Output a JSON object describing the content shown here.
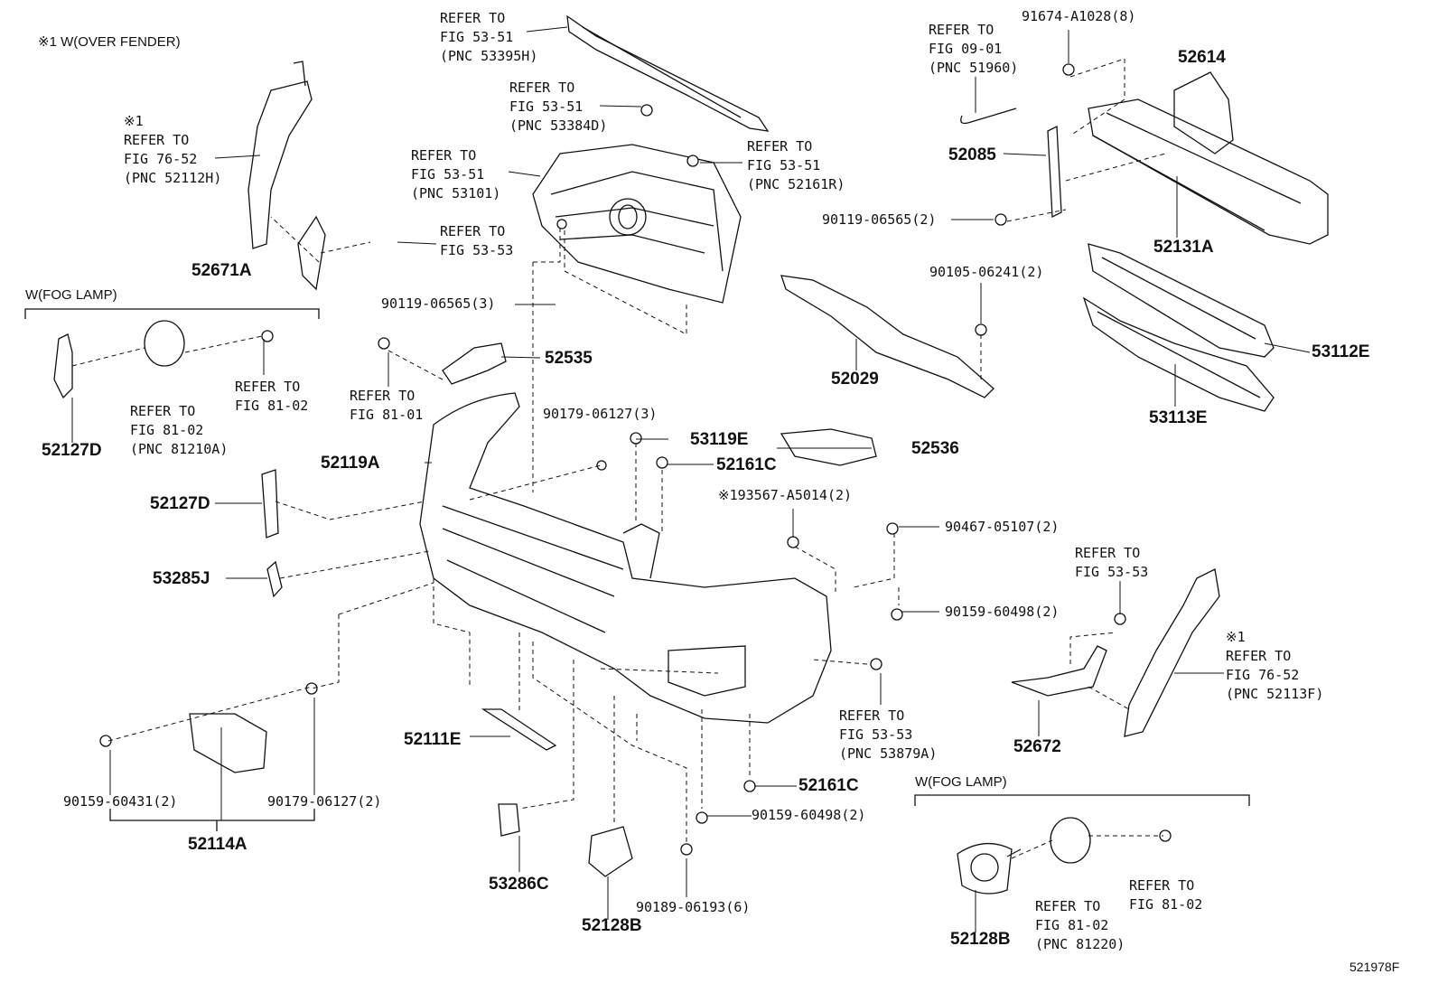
{
  "diagram_id": "521978F",
  "sections": {
    "over_fender": "※1 W(OVER FENDER)",
    "fog_lamp_left": "W(FOG LAMP)",
    "fog_lamp_right": "W(FOG LAMP)"
  },
  "part_numbers": {
    "p52671A": "52671A",
    "p52127D_a": "52127D",
    "p52127D_b": "52127D",
    "p53285J": "53285J",
    "p52119A": "52119A",
    "p52535": "52535",
    "p52029": "52029",
    "p52536": "52536",
    "p53119E": "53119E",
    "p52161C_a": "52161C",
    "p52161C_b": "52161C",
    "p52614": "52614",
    "p52085": "52085",
    "p52131A": "52131A",
    "p53112E": "53112E",
    "p53113E": "53113E",
    "p52111E": "52111E",
    "p52114A": "52114A",
    "p53286C": "53286C",
    "p52128B_a": "52128B",
    "p52128B_b": "52128B",
    "p52672": "52672"
  },
  "callouts": {
    "c_fender_left": "※1\nREFER TO\nFIG 76-52\n(PNC 52112H)",
    "c_53395H": "REFER TO\nFIG 53-51\n(PNC 53395H)",
    "c_53384D": "REFER TO\nFIG 53-51\n(PNC 53384D)",
    "c_53101": "REFER TO\nFIG 53-51\n(PNC 53101)",
    "c_52161R": "REFER TO\nFIG 53-51\n(PNC 52161R)",
    "c_53_53_top": "REFER TO\nFIG 53-53",
    "c_51960": "REFER TO\nFIG 09-01\n(PNC 51960)",
    "c_81_02_left": "REFER TO\nFIG 81-02",
    "c_81210A": "REFER TO\nFIG 81-02\n(PNC 81210A)",
    "c_81_01": "REFER TO\nFIG 81-01",
    "c_53_53_right": "REFER TO\nFIG 53-53",
    "c_fender_right": "※1\nREFER TO\nFIG 76-52\n(PNC 52113F)",
    "c_53879A": "REFER TO\nFIG 53-53\n(PNC 53879A)",
    "c_81_02_right": "REFER TO\nFIG 81-02",
    "c_81220": "REFER TO\nFIG 81-02\n(PNC 81220)"
  },
  "fasteners": {
    "f_91674": "91674-A1028(8)",
    "f_90119_a": "90119-06565(2)",
    "f_90105": "90105-06241(2)",
    "f_90119_b": "90119-06565(3)",
    "f_90179_a": "90179-06127(3)",
    "f_93567": "※193567-A5014(2)",
    "f_90467": "90467-05107(2)",
    "f_90159_a": "90159-60498(2)",
    "f_90159_b": "90159-60498(2)",
    "f_90159_c": "90159-60431(2)",
    "f_90179_b": "90179-06127(2)",
    "f_90189": "90189-06193(6)"
  }
}
